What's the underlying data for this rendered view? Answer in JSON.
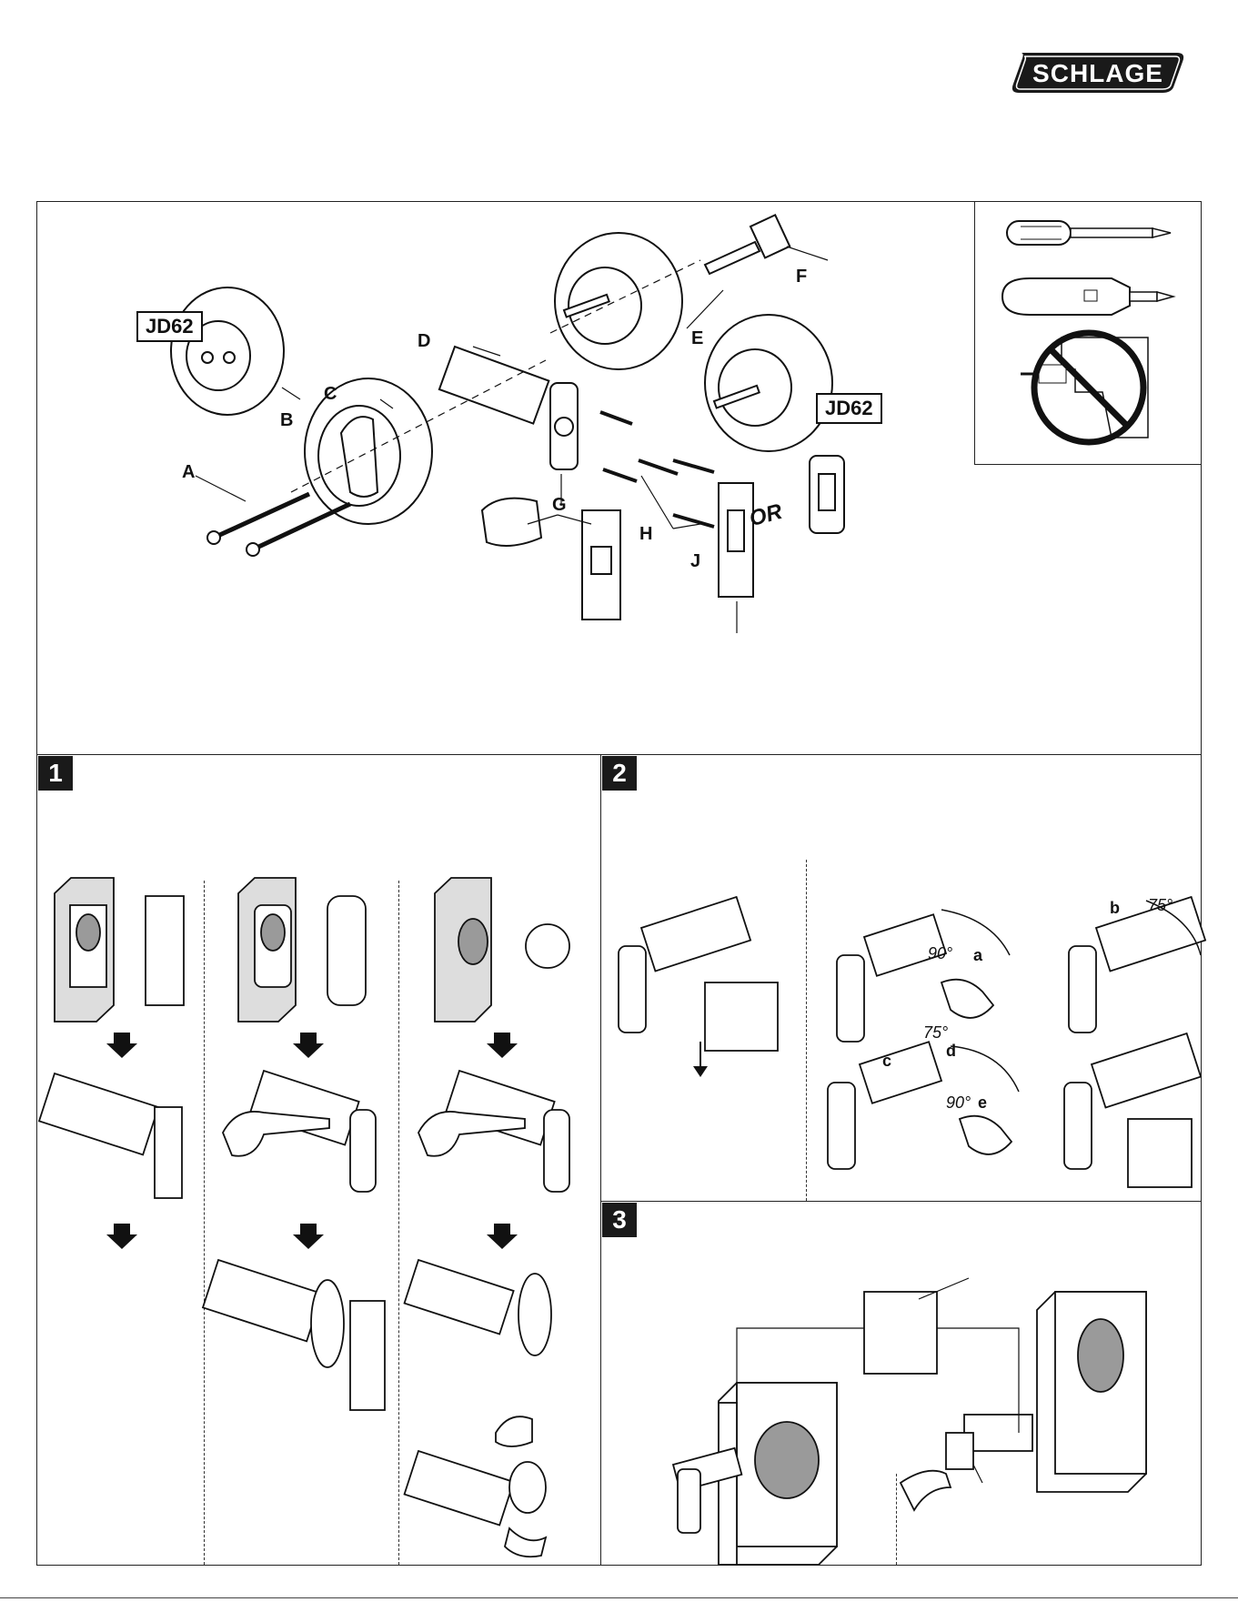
{
  "brand": {
    "logo_text": "SCHLAGE"
  },
  "parts_diagram": {
    "model_label_left": "JD62",
    "model_label_right": "JD62",
    "callouts": [
      "A",
      "B",
      "C",
      "D",
      "E",
      "F",
      "G",
      "H",
      "J"
    ],
    "or_text": "OR"
  },
  "steps": [
    {
      "number": "1"
    },
    {
      "number": "2",
      "sub_letters": [
        "a",
        "b",
        "c",
        "d",
        "e"
      ],
      "angles": [
        "90°",
        "75°",
        "75°",
        "90°"
      ]
    },
    {
      "number": "3"
    }
  ],
  "labels": {
    "step2_sub_a": "a",
    "step2_sub_b": "b",
    "step2_sub_c": "c",
    "step2_sub_d": "d",
    "step2_sub_e": "e",
    "angle_a": "90°",
    "angle_b": "75°",
    "angle_d": "75°",
    "angle_e": "90°"
  },
  "colors": {
    "ink": "#111111",
    "panel_fill": "#dcdcdc",
    "hole_fill": "#9a9a9a"
  },
  "icons": [
    "screwdriver-icon",
    "ratchet-screwdriver-icon",
    "no-power-drill-icon",
    "down-arrow-icon"
  ]
}
